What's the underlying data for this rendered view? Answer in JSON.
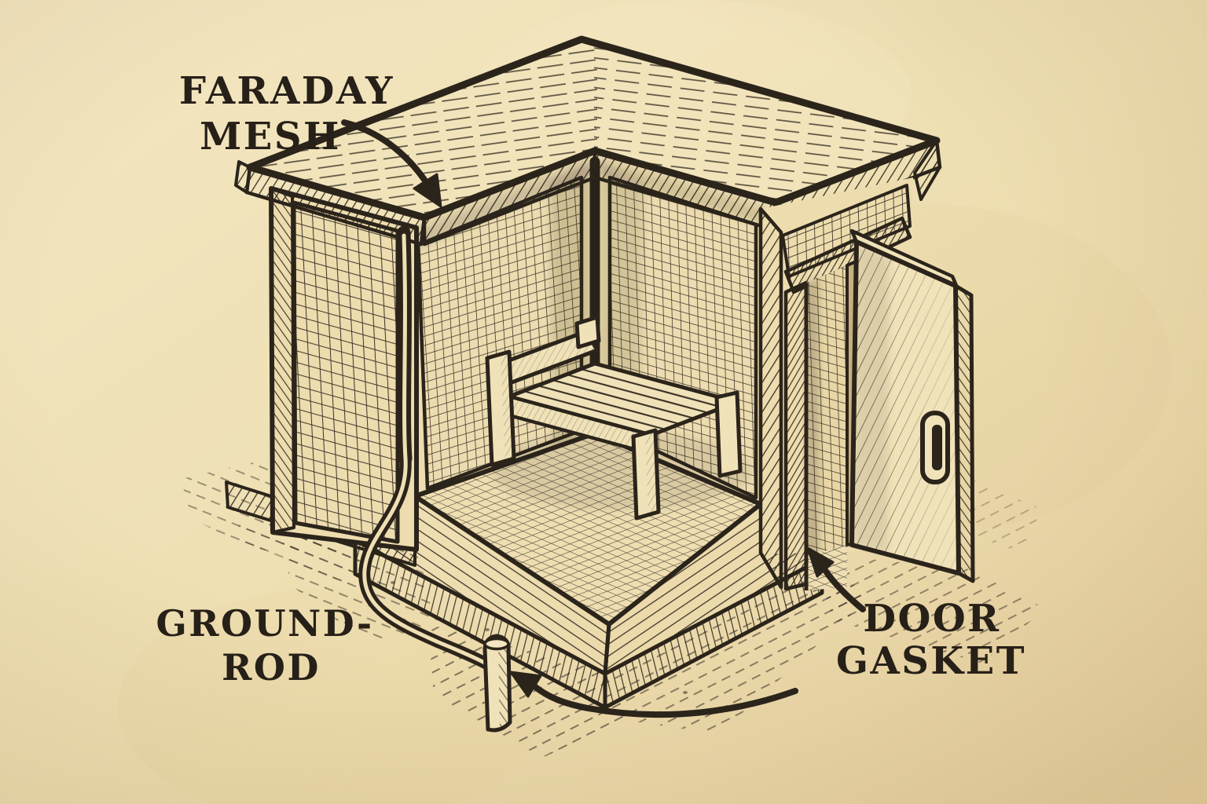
{
  "colors": {
    "paper": "#f0e2b8",
    "paper_edge": "#e4cd9c",
    "ink": "#2b241b",
    "structure_fill": "#eddcae"
  },
  "labels": {
    "faraday_mesh": {
      "line1": "FARADAY",
      "line2": "MESH"
    },
    "ground_rod": {
      "line1": "GROUND-",
      "line2": "ROD"
    },
    "door_gasket": {
      "line1": "DOOR",
      "line2": "GASKET"
    }
  }
}
